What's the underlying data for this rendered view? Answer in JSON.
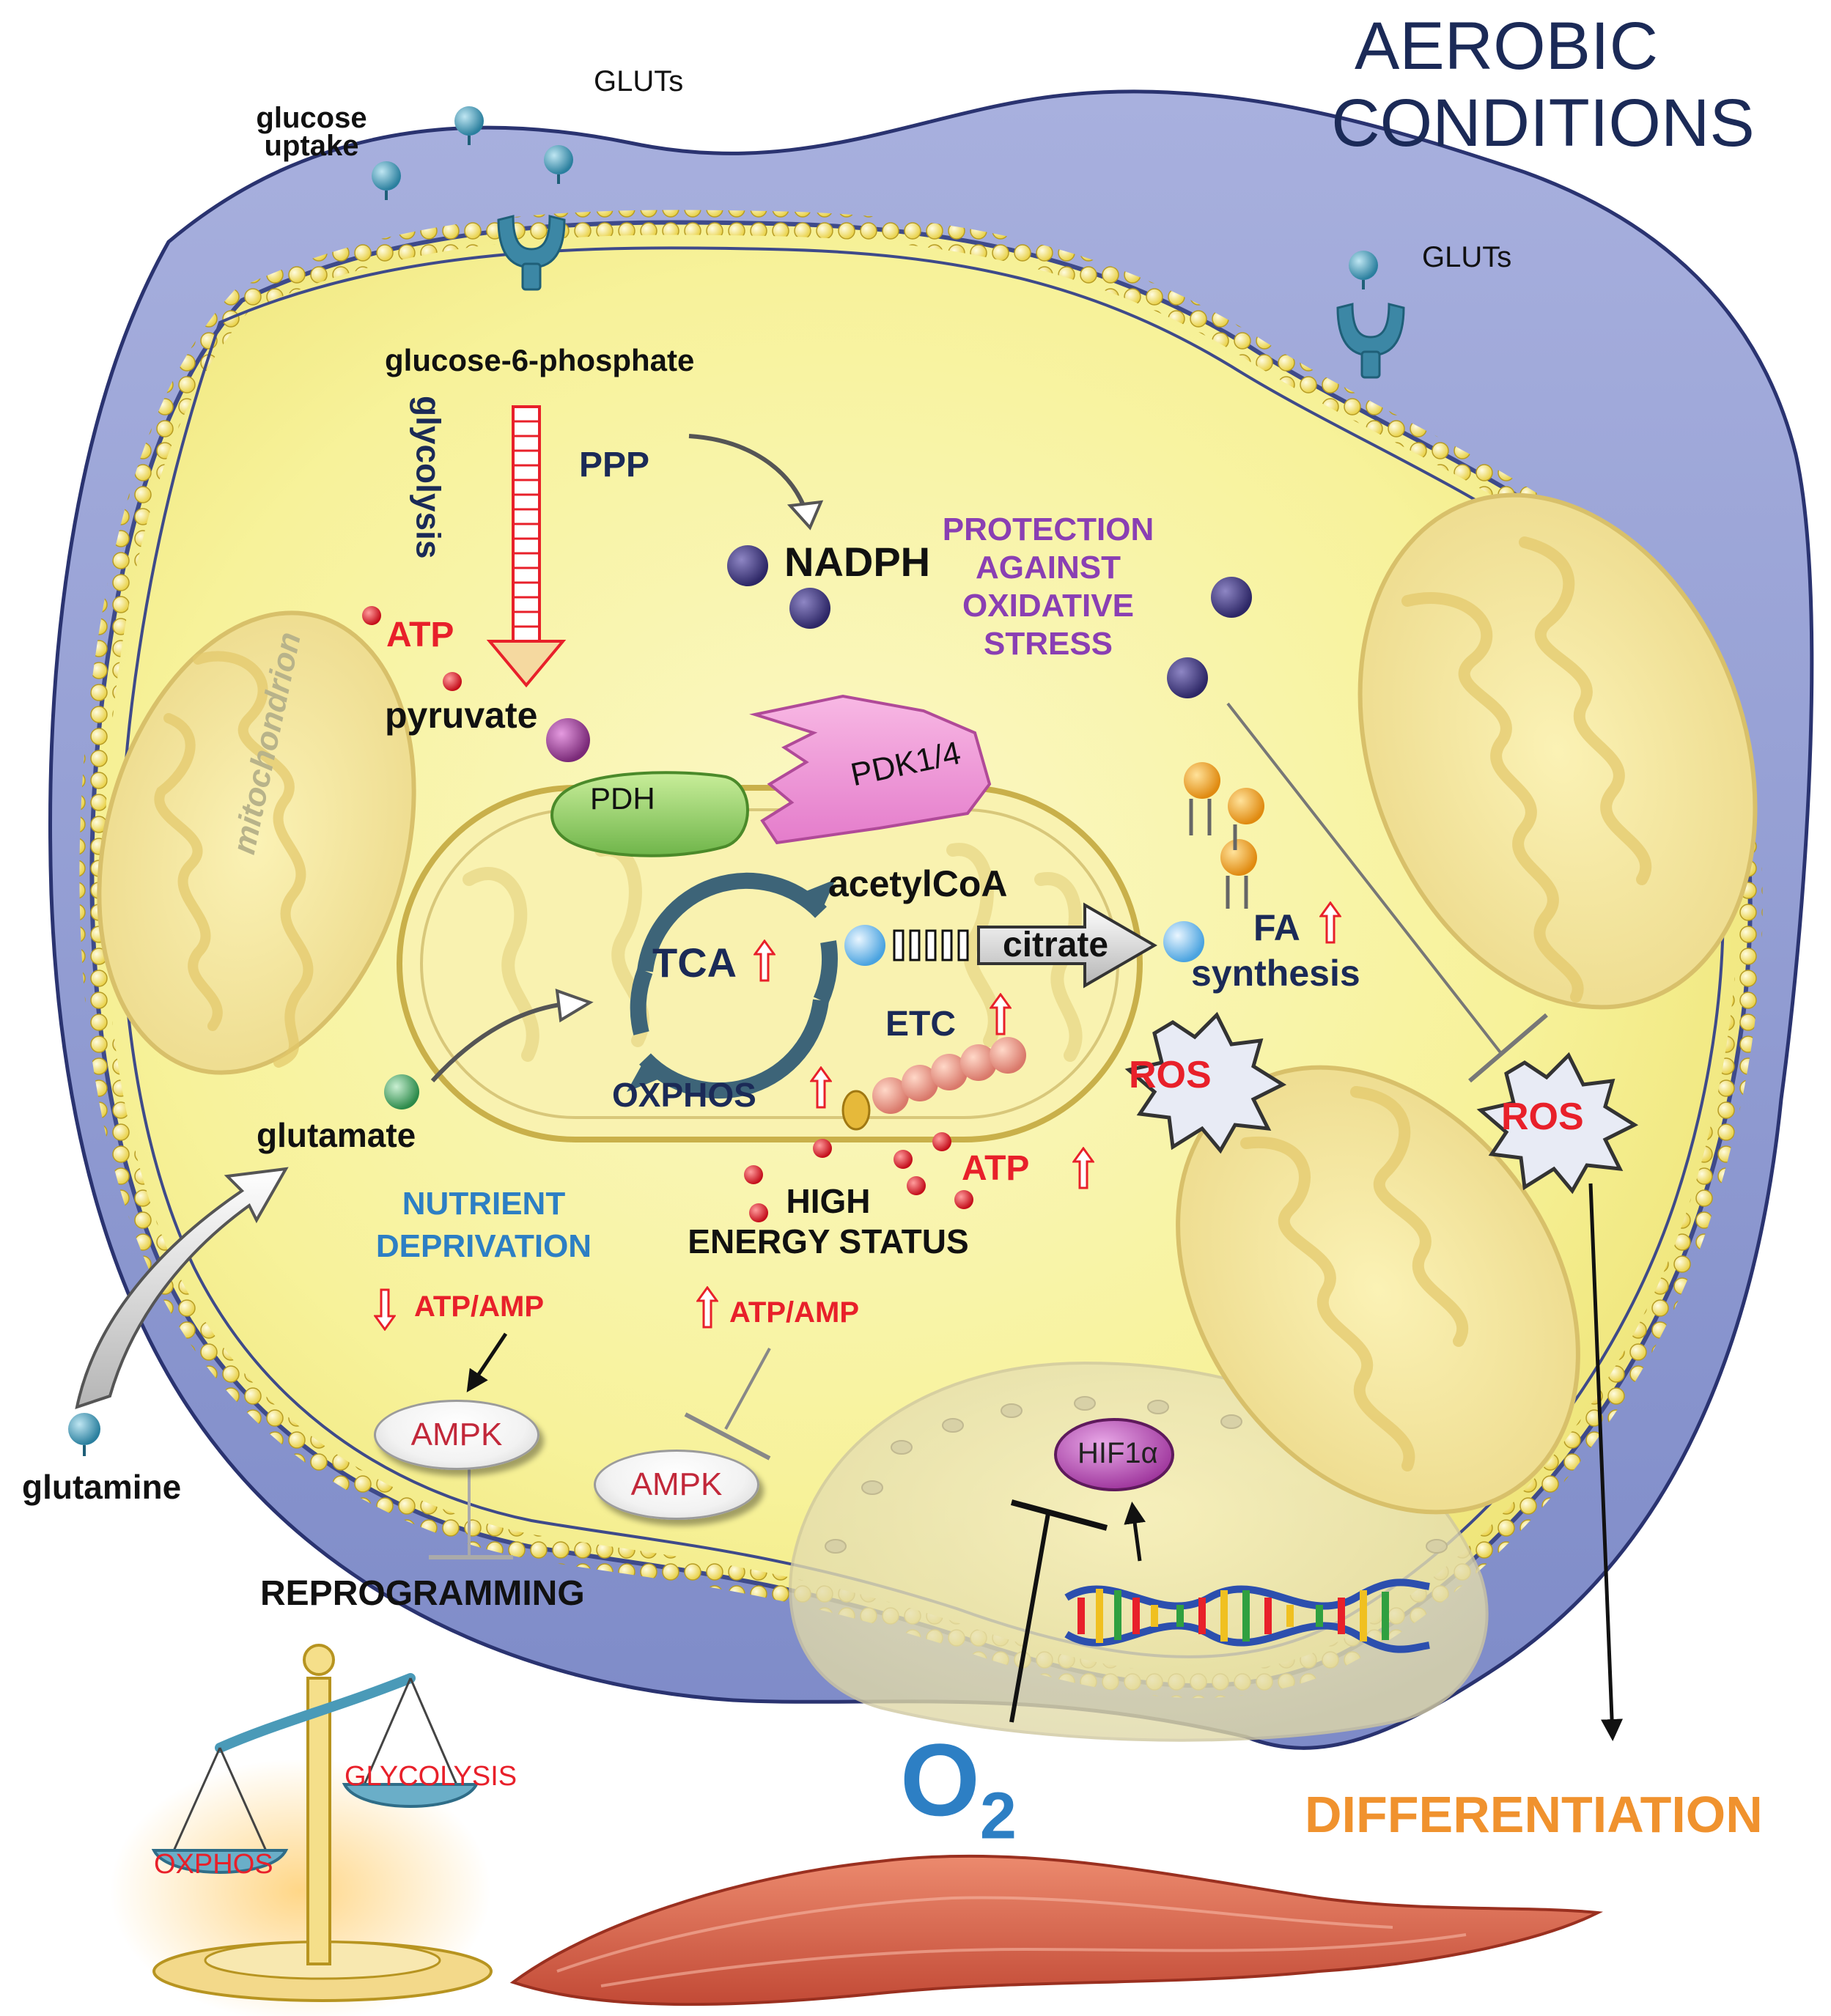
{
  "title": {
    "line1": "AEROBIC",
    "line2": "CONDITIONS"
  },
  "labels": {
    "gluts_top": "GLUTs",
    "gluts_right": "GLUTs",
    "glucose_uptake_1": "glucose",
    "glucose_uptake_2": "uptake",
    "g6p": "glucose-6-phosphate",
    "glycolysis": "glycolysis",
    "ppp": "PPP",
    "nadph": "NADPH",
    "protection_1": "PROTECTION",
    "protection_2": "AGAINST",
    "protection_3": "OXIDATIVE",
    "protection_4": "STRESS",
    "atp_top": "ATP",
    "pyruvate": "pyruvate",
    "pdh": "PDH",
    "pdk": "PDK1/4",
    "acetylcoa": "acetylCoA",
    "tca": "TCA",
    "citrate": "citrate",
    "fa": "FA",
    "fa_synthesis": "synthesis",
    "etc": "ETC",
    "oxphos": "OXPHOS",
    "ros_center": "ROS",
    "ros_right": "ROS",
    "mitochondrion": "mitochondrion",
    "glutamate": "glutamate",
    "glutamine": "glutamine",
    "nutrient_1": "NUTRIENT",
    "nutrient_2": "DEPRIVATION",
    "atp_amp_left": "ATP/AMP",
    "atp_amp_right": "ATP/AMP",
    "high_energy_1": "HIGH",
    "high_energy_2": "ENERGY STATUS",
    "atp_mid": "ATP",
    "ampk_left": "AMPK",
    "ampk_right": "AMPK",
    "hif": "HIF1α",
    "reprogramming": "REPROGRAMMING",
    "glycolysis_scale": "GLYCOLYSIS",
    "oxphos_scale": "OXPHOS",
    "o2": "O",
    "o2_sub": "2",
    "differentiation": "DIFFERENTIATION"
  },
  "colors": {
    "title": "#1b2a57",
    "cell_membrane": "#8f9bd1",
    "cytoplasm": "#f7f39a",
    "up_arrow": "#e8202a",
    "differentiation": "#f0922e",
    "o2": "#2d7fc4",
    "protection": "#8a3fb3"
  }
}
